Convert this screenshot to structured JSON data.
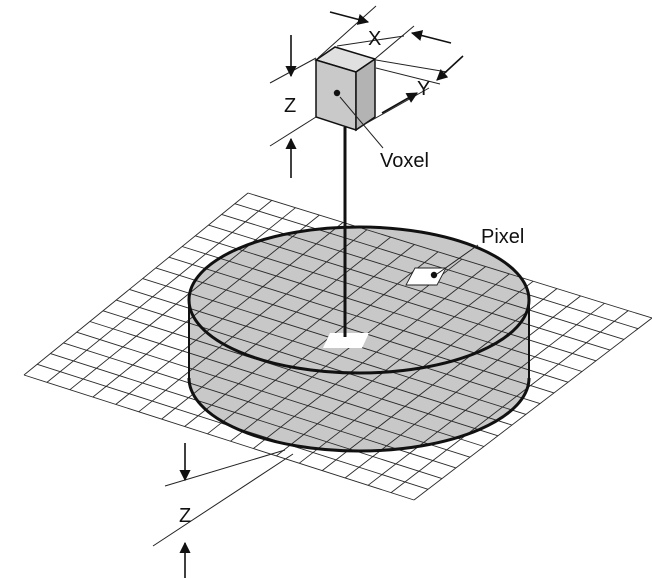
{
  "labels": {
    "x": "X",
    "y": "Y",
    "z_top": "Z",
    "z_bottom": "Z",
    "voxel": "Voxel",
    "pixel": "Pixel"
  },
  "colors": {
    "line": "#111111",
    "shade": "#c8c8c8",
    "voxel_front": "#c9c9c9",
    "voxel_side": "#b3b3b3",
    "pixel_fill": "#ffffff"
  }
}
